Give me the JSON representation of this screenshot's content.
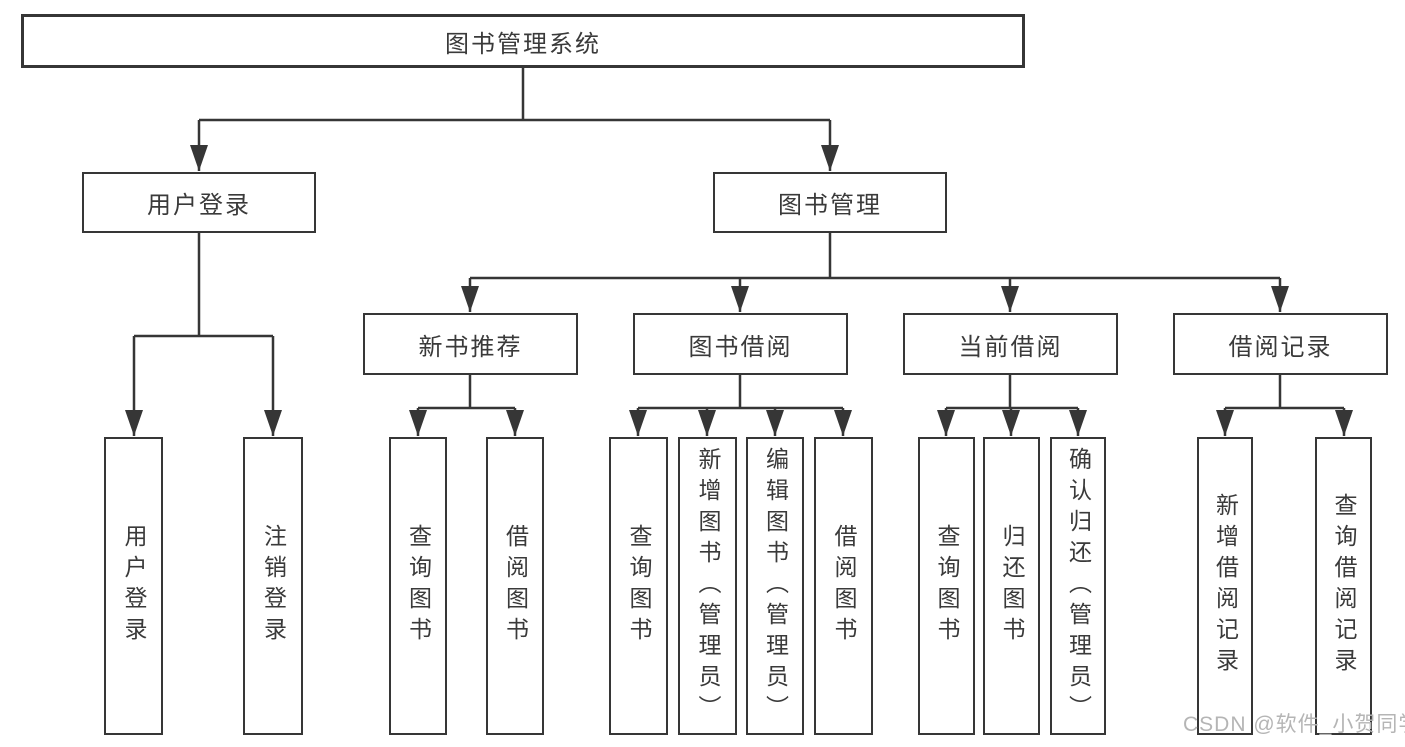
{
  "diagram": {
    "root": {
      "label": "图书管理系统"
    },
    "branches": [
      {
        "label": "用户登录",
        "children": [
          {
            "label": "用户登录"
          },
          {
            "label": "注销登录"
          }
        ]
      },
      {
        "label": "图书管理",
        "children": [
          {
            "label": "新书推荐",
            "children": [
              {
                "label": "查询图书"
              },
              {
                "label": "借阅图书"
              }
            ]
          },
          {
            "label": "图书借阅",
            "children": [
              {
                "label": "查询图书"
              },
              {
                "label": "新增图书（管理员）"
              },
              {
                "label": "编辑图书（管理员）"
              },
              {
                "label": "借阅图书"
              }
            ]
          },
          {
            "label": "当前借阅",
            "children": [
              {
                "label": "查询图书"
              },
              {
                "label": "归还图书"
              },
              {
                "label": "确认归还（管理员）"
              }
            ]
          },
          {
            "label": "借阅记录",
            "children": [
              {
                "label": "新增借阅记录"
              },
              {
                "label": "查询借阅记录"
              }
            ]
          }
        ]
      }
    ]
  },
  "watermark": {
    "text": "CSDN @软件_小贺同学",
    "color": "#b5b5b5"
  },
  "colors": {
    "line": "#363636",
    "text": "#3a3a3a",
    "background": "#ffffff"
  }
}
